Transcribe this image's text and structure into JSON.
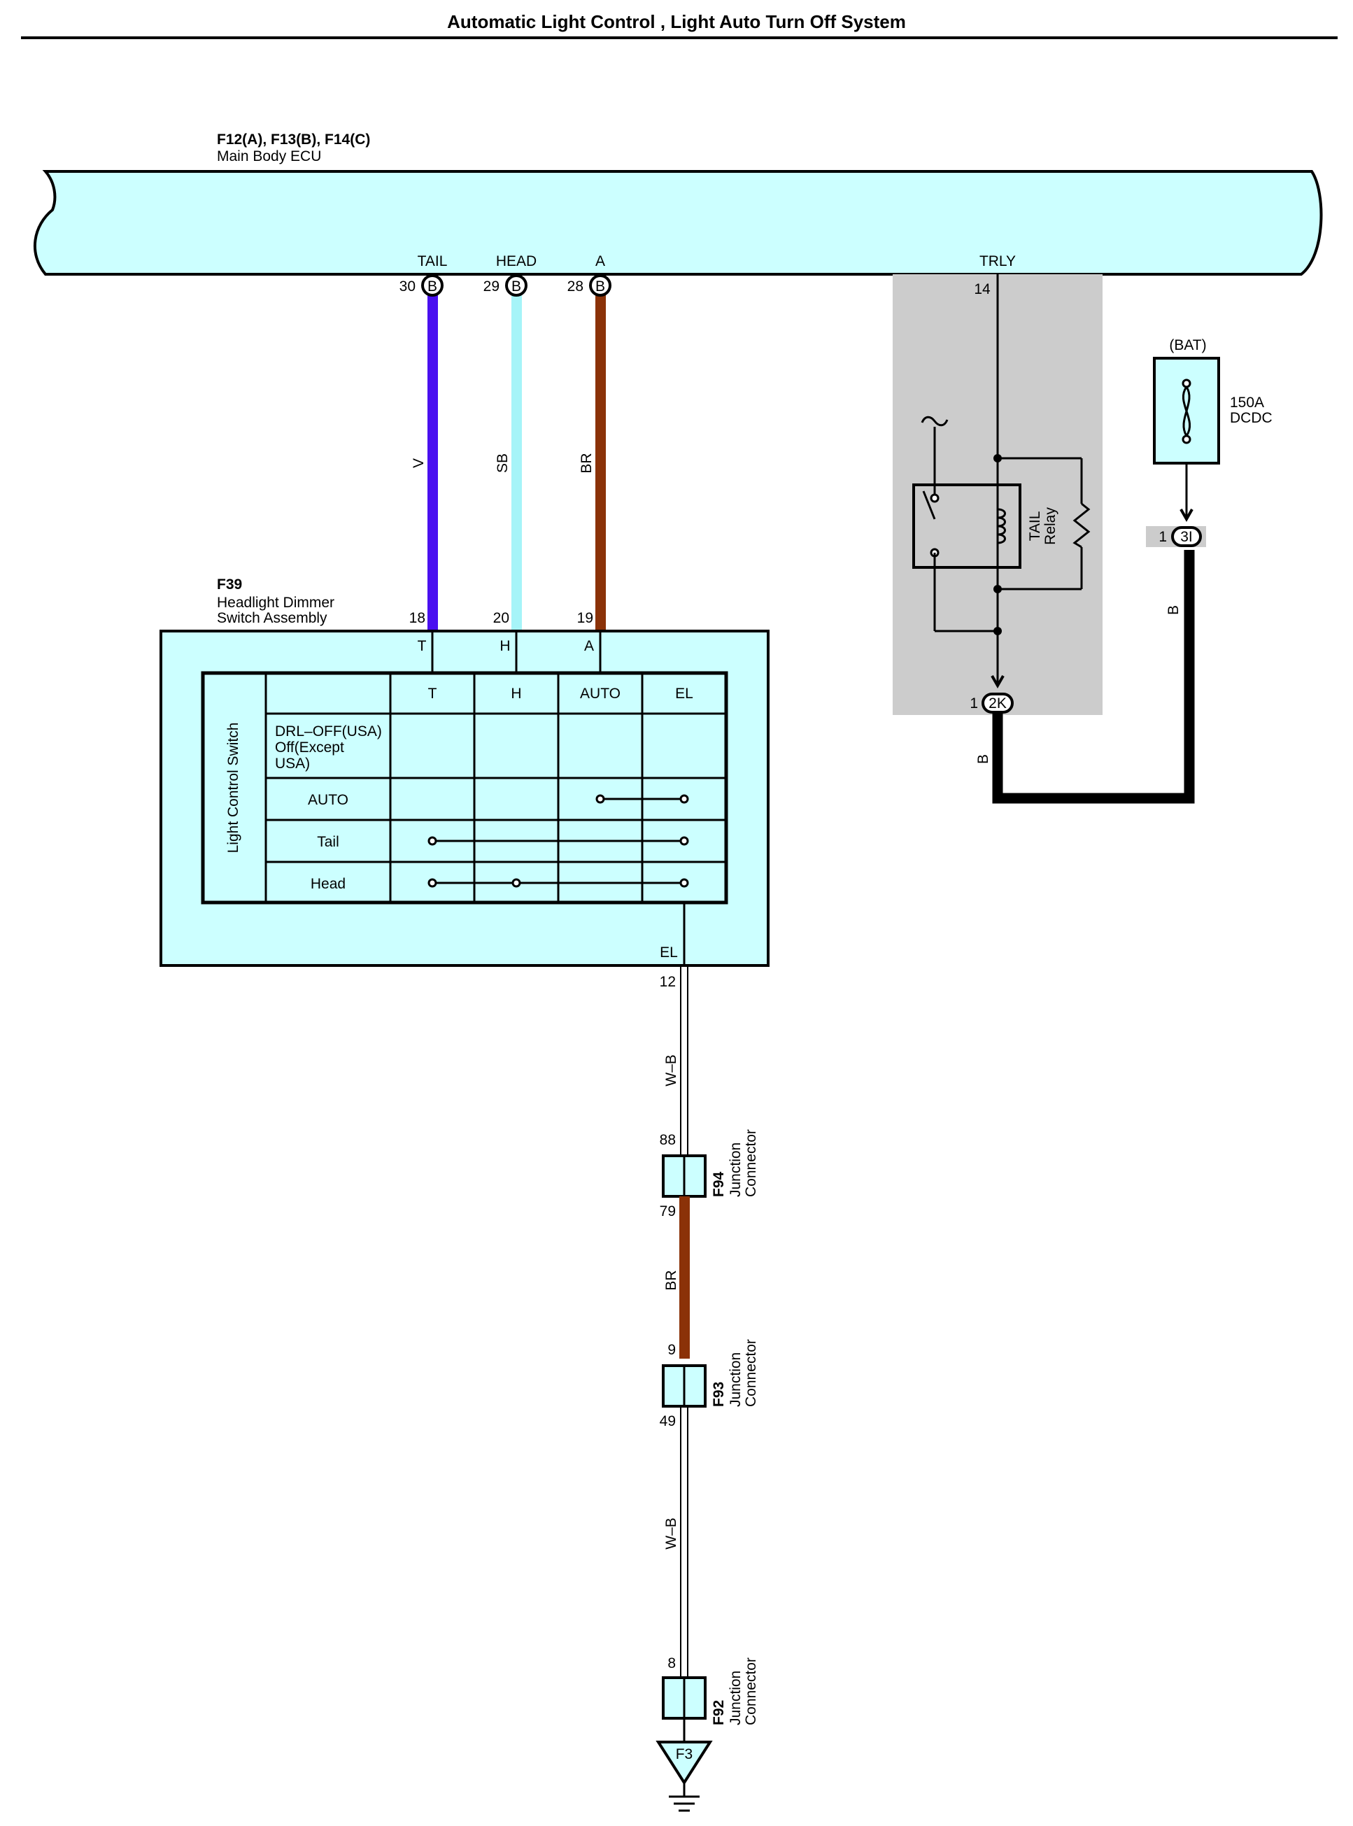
{
  "title": "Automatic Light Control , Light Auto Turn Off System",
  "ecu": {
    "code": "F12(A), F13(B), F14(C)",
    "name": "Main Body ECU",
    "pins": [
      {
        "label": "TAIL",
        "num": "30",
        "conn": "B"
      },
      {
        "label": "HEAD",
        "num": "29",
        "conn": "B"
      },
      {
        "label": "A",
        "num": "28",
        "conn": "B"
      },
      {
        "label": "TRLY",
        "num": "14"
      }
    ]
  },
  "wires": {
    "tail": {
      "color_name": "V",
      "color": "#4a10f0"
    },
    "head": {
      "color_name": "SB",
      "color": "#a6f4f8"
    },
    "auto": {
      "color_name": "BR",
      "color": "#8b3208"
    },
    "b_left": "B",
    "b_right": "B",
    "wb_upper": "W–B",
    "br_mid": "BR",
    "wb_lower": "W–B"
  },
  "switch": {
    "code": "F39",
    "name_line1": "Headlight Dimmer",
    "name_line2": "Switch Assembly",
    "pins": [
      {
        "num": "18",
        "term": "T"
      },
      {
        "num": "20",
        "term": "H"
      },
      {
        "num": "19",
        "term": "A"
      }
    ],
    "side_label": "Light Control Switch",
    "columns": [
      "T",
      "H",
      "AUTO",
      "EL"
    ],
    "rows": [
      {
        "label_lines": [
          "DRL–OFF(USA)",
          "Off(Except",
          "USA)"
        ]
      },
      {
        "label_lines": [
          "AUTO"
        ]
      },
      {
        "label_lines": [
          "Tail"
        ]
      },
      {
        "label_lines": [
          "Head"
        ]
      }
    ],
    "el_term": "EL",
    "el_pin": "12"
  },
  "relay": {
    "name_line1": "TAIL",
    "name_line2": "Relay",
    "pin_num": "1",
    "pin_conn": "2K"
  },
  "fuse": {
    "source": "(BAT)",
    "rating": "150A",
    "name": "DCDC",
    "pin_num": "1",
    "pin_conn": "3I"
  },
  "junctions": [
    {
      "code": "F94",
      "line1": "Junction",
      "line2": "Connector",
      "top_pin": "88",
      "bottom_pin": "79"
    },
    {
      "code": "F93",
      "line1": "Junction",
      "line2": "Connector",
      "top_pin": "9",
      "bottom_pin": "49"
    },
    {
      "code": "F92",
      "line1": "Junction",
      "line2": "Connector",
      "top_pin": "8"
    }
  ],
  "ground": {
    "label": "F3"
  }
}
